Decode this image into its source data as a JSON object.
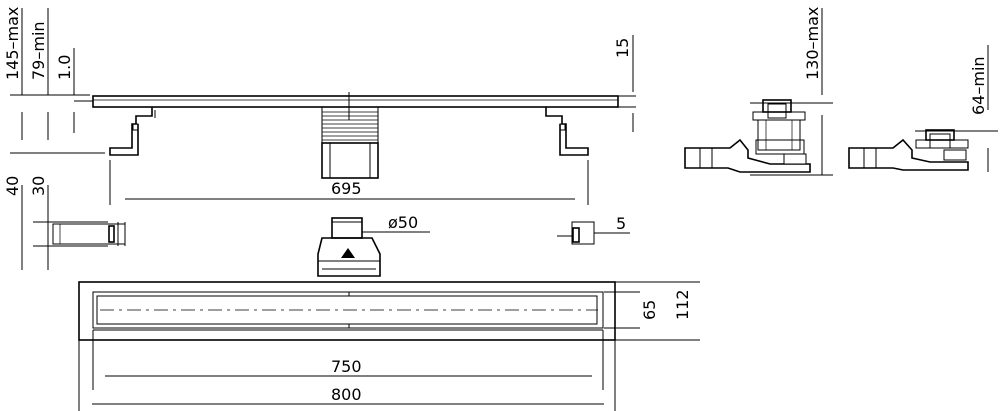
{
  "dimensions": {
    "height_max": "145–max",
    "height_min": "79–min",
    "grate_thickness": "1.0",
    "flange_height": "15",
    "outlet_height": "40",
    "channel_height": "30",
    "support_span": "695",
    "outlet_diameter": "ø50",
    "wall_thickness": "5",
    "inner_width": "65",
    "outer_width": "112",
    "grate_length": "750",
    "overall_length": "800",
    "side_view_max": "130–max",
    "side_view_min": "64–min"
  }
}
